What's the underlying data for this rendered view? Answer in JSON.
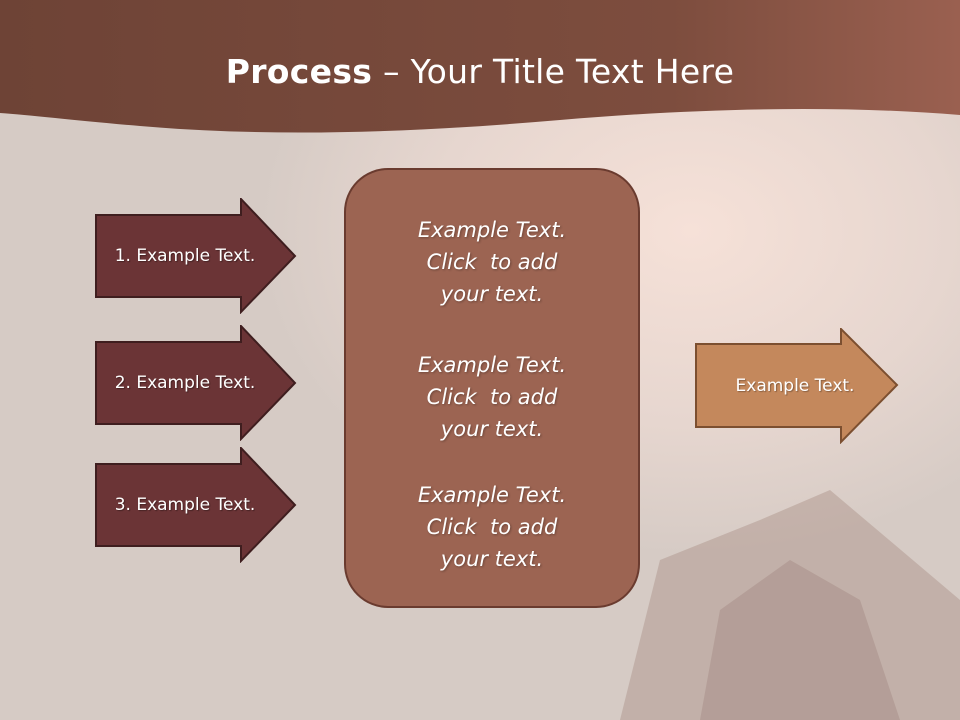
{
  "title": {
    "bold": "Process",
    "rest": " – Your Title Text Here"
  },
  "steps": [
    {
      "label": "1. Example Text."
    },
    {
      "label": "2. Example Text."
    },
    {
      "label": "3. Example Text."
    }
  ],
  "center": [
    {
      "line1": "Example Text.",
      "line2": "Click  to add",
      "line3": "your text."
    },
    {
      "line1": "Example Text.",
      "line2": "Click  to add",
      "line3": "your text."
    },
    {
      "line1": "Example Text.",
      "line2": "Click  to add",
      "line3": "your text."
    }
  ],
  "output": {
    "label": "Example Text."
  },
  "colors": {
    "header": "#7a4a3c",
    "step_arrow": "#6b3436",
    "center_box": "#9c6452",
    "output_arrow": "#c4885c"
  }
}
